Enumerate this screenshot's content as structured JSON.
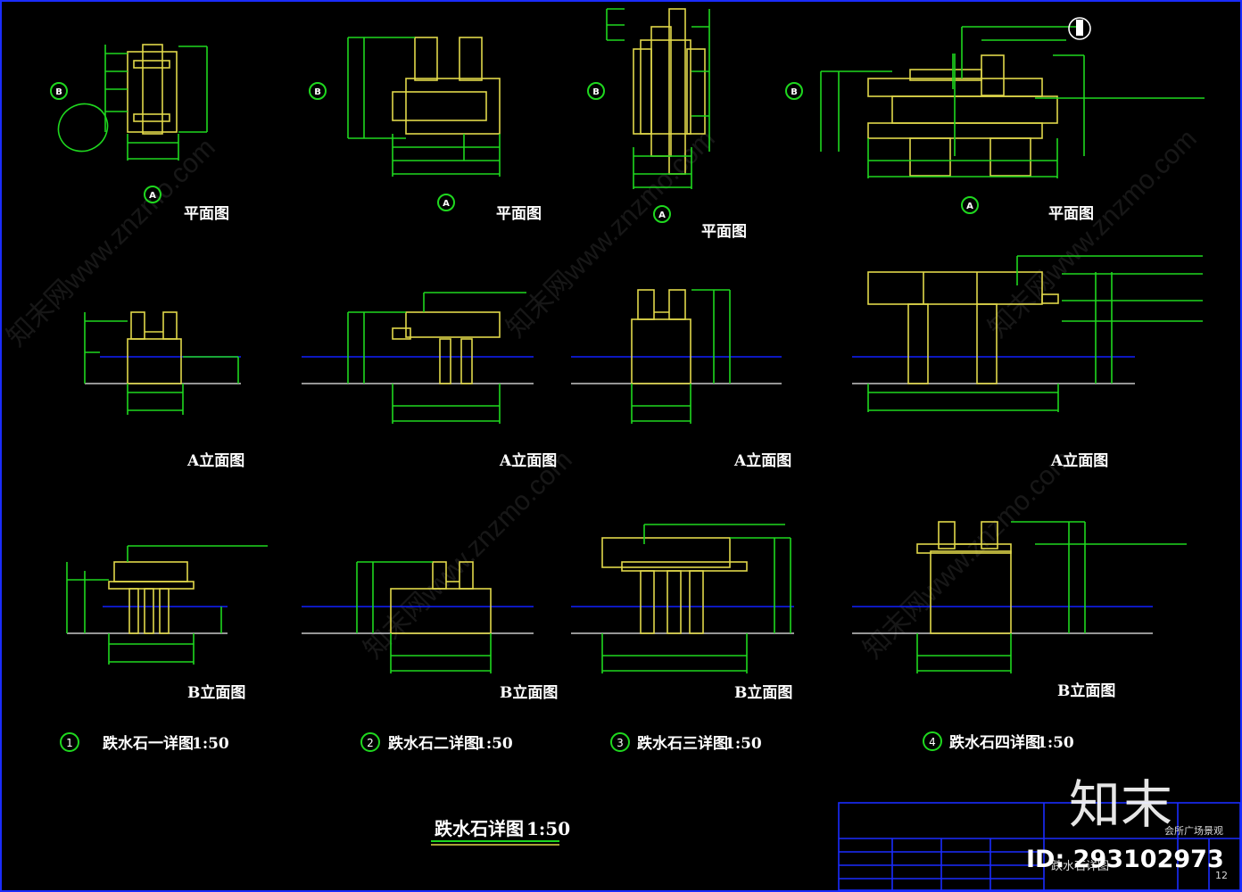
{
  "drawing": {
    "plan_label": "平面图",
    "elevation_a_label": "A立面图",
    "elevation_b_label": "B立面图",
    "marker_a": "A",
    "marker_b": "B",
    "details": [
      {
        "num": "1",
        "title": "跌水石一详图",
        "scale": "1:50"
      },
      {
        "num": "2",
        "title": "跌水石二详图",
        "scale": "1:50"
      },
      {
        "num": "3",
        "title": "跌水石三详图",
        "scale": "1:50"
      },
      {
        "num": "4",
        "title": "跌水石四详图",
        "scale": "1:50"
      }
    ],
    "main_title": "跌水石详图",
    "main_scale": "1:50"
  },
  "title_block": {
    "project": "会所广场景观",
    "drawing_name": "跌水石详图",
    "sheet": "12"
  },
  "watermark": {
    "brand": "知末",
    "id_text": "ID: 293102973",
    "site": "知末网www.znzmo.com"
  },
  "colors": {
    "background": "#000000",
    "stone": "#e0d84a",
    "dimension": "#1fd81f",
    "water": "#1020ff",
    "ground": "#c8c8c8"
  }
}
